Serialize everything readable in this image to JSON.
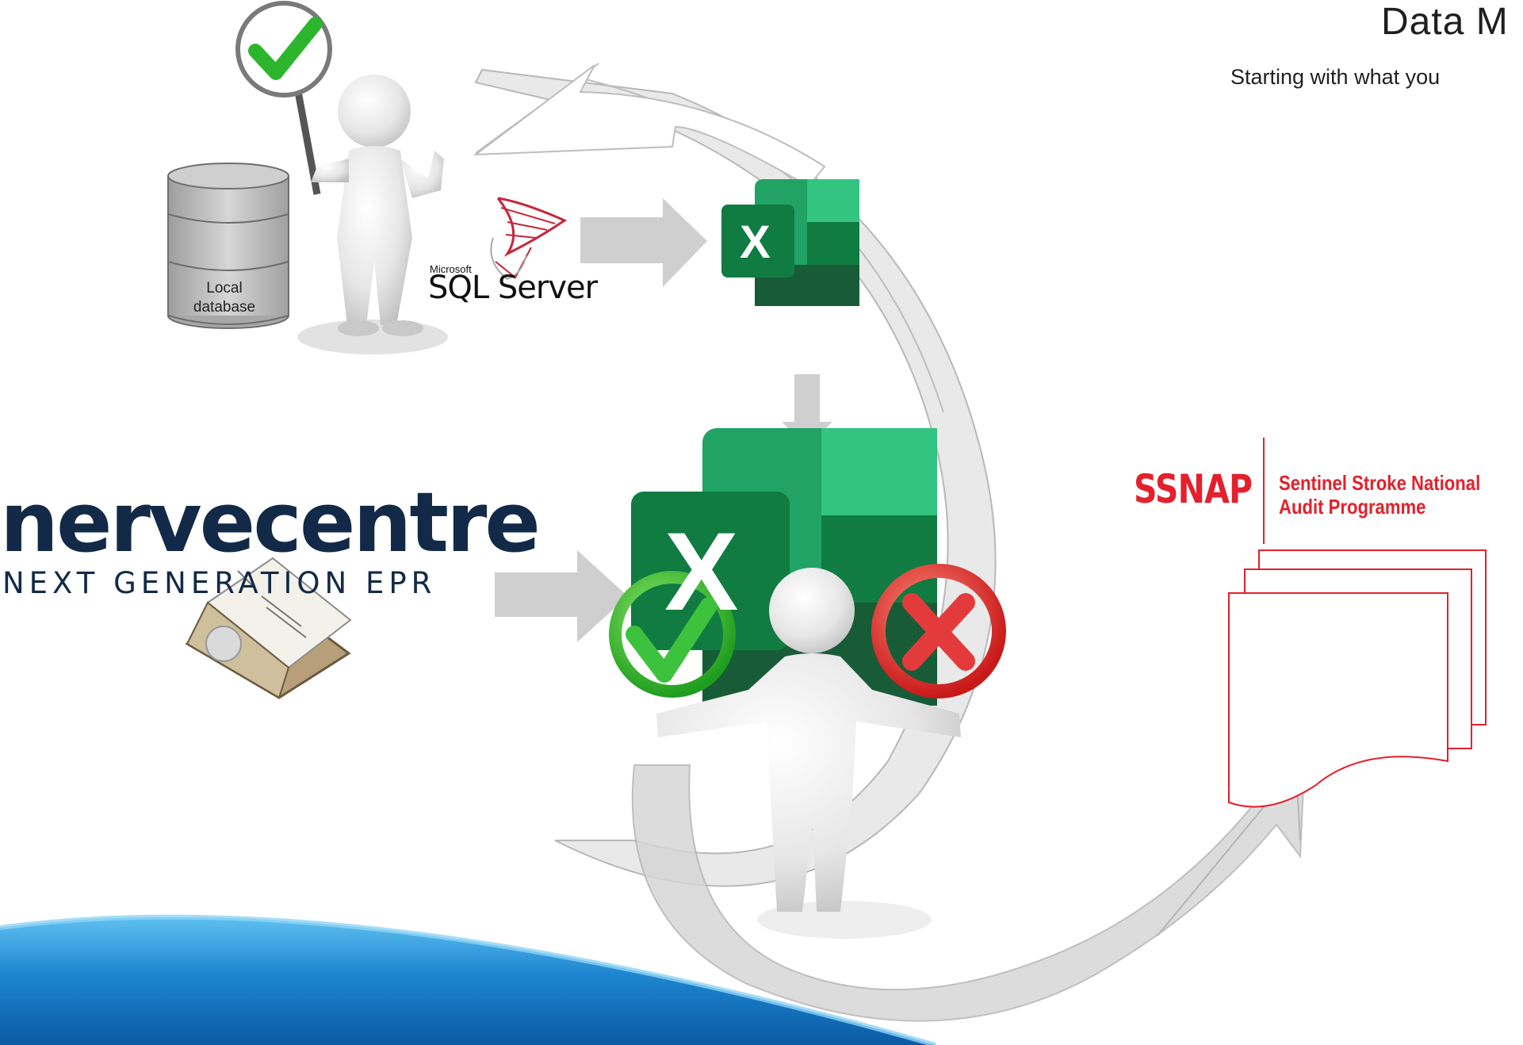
{
  "title": "Data M",
  "subtitle": "Starting with what you",
  "database": {
    "label_line1": "Local",
    "label_line2": "database"
  },
  "sql_server": {
    "vendor": "Microsoft",
    "name": "SQL Server"
  },
  "excel": {
    "letter": "X"
  },
  "nervecentre": {
    "brand": "nervecentre",
    "tagline": "NEXT GENERATION EPR"
  },
  "ssnap": {
    "logo": "SSNAP",
    "name_line1": "Sentinel Stroke National",
    "name_line2": "Audit Programme"
  },
  "colors": {
    "excel_dark": "#185c37",
    "excel_mid": "#21a366",
    "excel_light": "#33c481",
    "excel_deep": "#107c41",
    "ssnap_red": "#e4202c",
    "nervecentre_navy": "#122a47",
    "arrow_gray": "#c8c8c8",
    "band_blue": "#1a73be",
    "band_light": "#3fa9e8",
    "check_green": "#2db52d",
    "cross_red": "#e02a2a"
  },
  "icons": [
    "check-sign-icon",
    "database-icon",
    "sql-server-icon",
    "excel-icon",
    "check-circle-icon",
    "cross-circle-icon",
    "clipboard-icon",
    "document-stack-icon",
    "figure-icon"
  ]
}
